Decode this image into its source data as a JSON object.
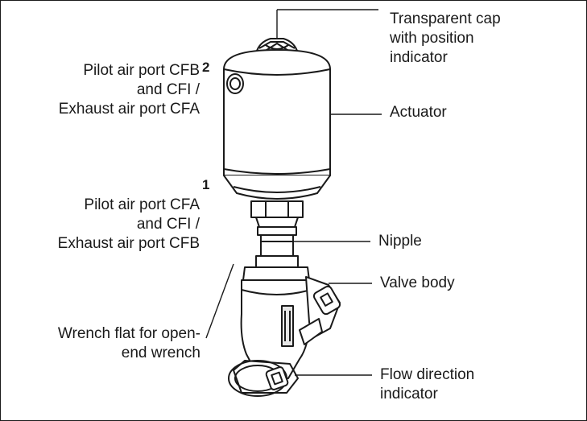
{
  "labels": {
    "cap": [
      "Transparent cap",
      "with position",
      "indicator"
    ],
    "actuator": "Actuator",
    "port2": [
      "Pilot air port CFB",
      "and CFI /",
      "Exhaust air port CFA"
    ],
    "port2_num": "2",
    "port1": [
      "Pilot air port CFA",
      "and CFI /",
      "Exhaust air port CFB"
    ],
    "port1_num": "1",
    "nipple": "Nipple",
    "valve_body": "Valve body",
    "wrench": [
      "Wrench flat for open-",
      "end wrench"
    ],
    "flow": [
      "Flow direction",
      "indicator"
    ]
  },
  "colors": {
    "line": "#1a1a1a",
    "fill": "#ffffff",
    "shade": "#e6e6e6"
  }
}
